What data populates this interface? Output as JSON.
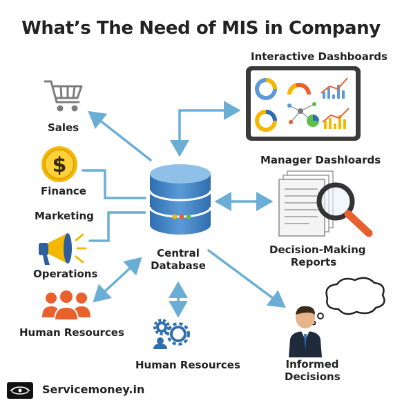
{
  "title": "What’s The Need of MIS in Company",
  "center": {
    "line1": "Central",
    "line2": "Database"
  },
  "left_labels": {
    "sales": "Sales",
    "finance": "Finance",
    "marketing": "Marketing",
    "operations": "Operations",
    "hr": "Human Resources"
  },
  "bottom_label": "Human Resources",
  "right_labels": {
    "interactive": "Interactive Dashboards",
    "manager": "Manager Dashloards",
    "reports_1": "Decision-Making",
    "reports_2": "Reports",
    "informed_1": "Informed",
    "informed_2": "Decisions"
  },
  "footer": {
    "brand": "Servicemoney.in"
  },
  "icons": [
    "cart-icon",
    "dollar-coin-icon",
    "megaphone-icon",
    "people-icon",
    "gears-icon",
    "database-icon",
    "tablet-dashboard-icon",
    "document-magnifier-icon",
    "person-thought-icon",
    "logo-icon"
  ],
  "colors": {
    "arrow": "#6aaed6",
    "db_top": "#7fb4de",
    "db_body": "#3f7fbf",
    "gold": "#f5b800",
    "orange": "#e8602c"
  }
}
